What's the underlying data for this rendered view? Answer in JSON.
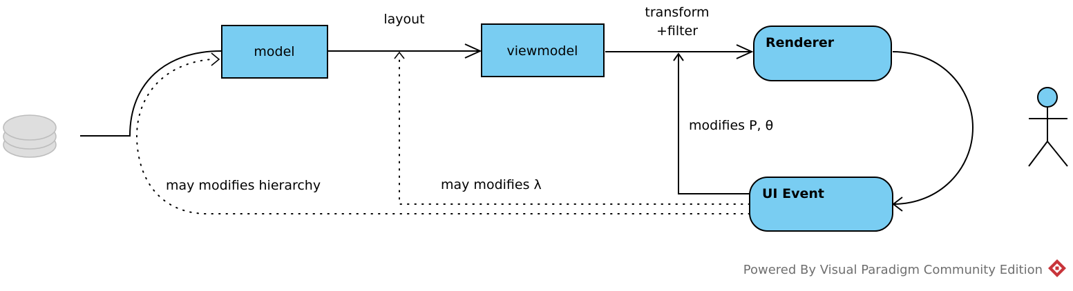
{
  "colors": {
    "node_fill": "#79cdf2",
    "database_fill": "#dedede",
    "database_stroke": "#bdbdbd",
    "footer_text": "#6f6f6f",
    "logo_red": "#c8343a"
  },
  "nodes": {
    "model": "model",
    "viewmodel": "viewmodel",
    "renderer": "Renderer",
    "ui_event": "UI Event"
  },
  "edges": {
    "layout": "layout",
    "transform_line1": "transform",
    "transform_line2": "+filter",
    "modifies_p_theta": "modifies P, θ",
    "may_modifies_lambda": "may modifies λ",
    "may_modifies_hierarchy": "may modifies hierarchy"
  },
  "icons": {
    "database": "database-icon",
    "actor": "actor-icon",
    "logo": "visual-paradigm-logo-icon"
  },
  "footer": {
    "powered_by": "Powered By Visual Paradigm Community Edition"
  }
}
